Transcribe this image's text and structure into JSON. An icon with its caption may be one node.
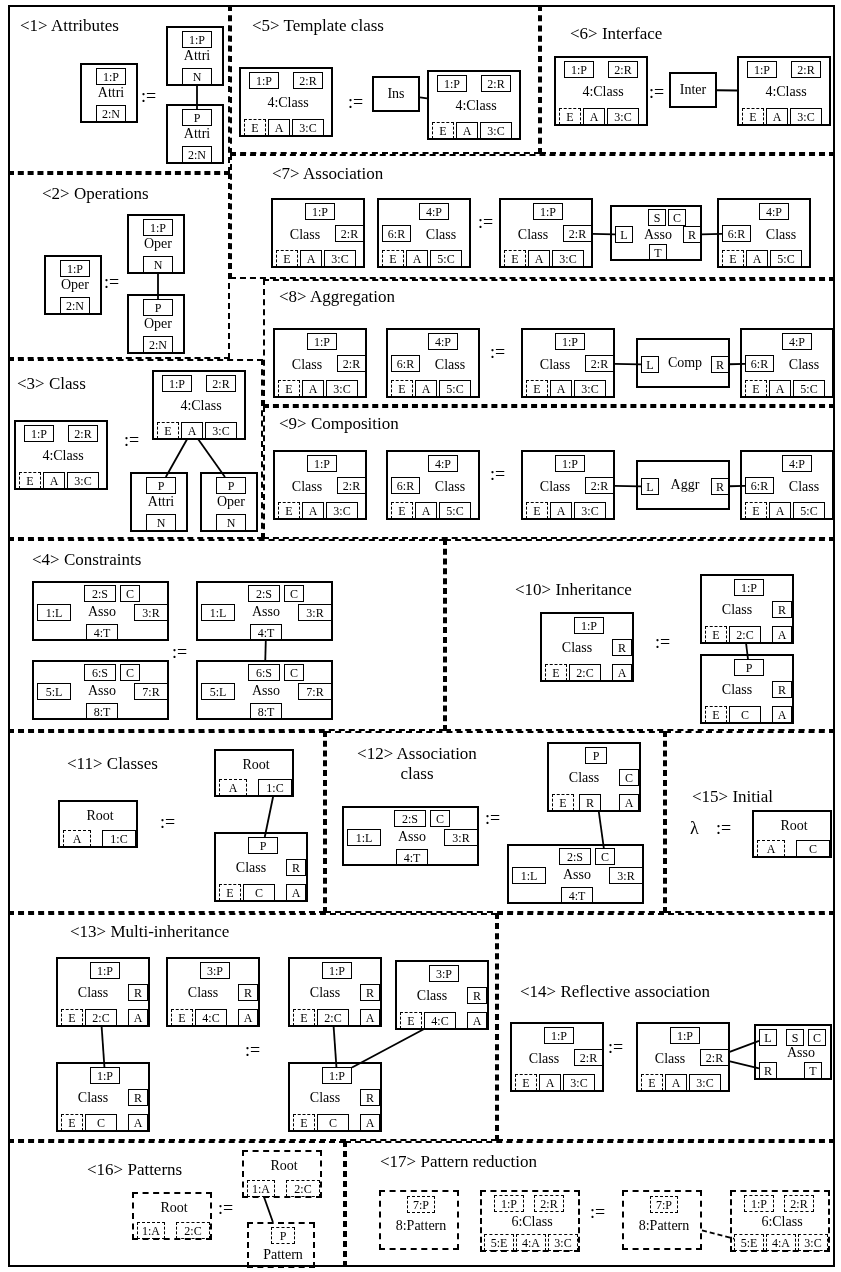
{
  "diagram": {
    "nodes": [
      {
        "text": [
          "<1> Attributes"
        ]
      },
      {
        "text": [
          "Attri"
        ],
        "in": 0
      },
      {
        "text": [
          "1:P"
        ],
        "in": 1
      },
      {
        "text": [
          "2:N"
        ],
        "in": 1
      },
      {
        "text": [
          "Attri"
        ],
        "in": 0
      },
      {
        "text": [
          "1:P"
        ],
        "in": 4
      },
      {
        "text": [
          "N"
        ],
        "in": 4
      },
      {
        "text": [
          "Attri"
        ],
        "in": 0
      },
      {
        "text": [
          "P"
        ],
        "in": 7
      },
      {
        "text": [
          "2:N"
        ],
        "in": 7
      },
      {
        "text": [
          "<5> Template class"
        ]
      },
      {
        "text": [
          "4:Class"
        ],
        "in": 10
      },
      {
        "text": [
          "1:P"
        ],
        "in": 11
      },
      {
        "text": [
          "2:R"
        ],
        "in": 11
      },
      {
        "text": [
          "E"
        ],
        "in": 11
      },
      {
        "text": [
          "A"
        ],
        "in": 11
      },
      {
        "text": [
          "3:C"
        ],
        "in": 11
      },
      {
        "text": [
          "Ins"
        ],
        "in": 10
      },
      {
        "text": [
          "4:Class"
        ],
        "in": 10
      },
      {
        "text": [
          "1:P"
        ],
        "in": 18
      },
      {
        "text": [
          "2:R"
        ],
        "in": 18
      },
      {
        "text": [
          "E"
        ],
        "in": 18
      },
      {
        "text": [
          "A"
        ],
        "in": 18
      },
      {
        "text": [
          "3:C"
        ],
        "in": 18
      },
      {
        "text": [
          "<6> Interface"
        ]
      },
      {
        "text": [
          "4:Class"
        ],
        "in": 24
      },
      {
        "text": [
          "1:P"
        ],
        "in": 25
      },
      {
        "text": [
          "2:R"
        ],
        "in": 25
      },
      {
        "text": [
          "E"
        ],
        "in": 25
      },
      {
        "text": [
          "A"
        ],
        "in": 25
      },
      {
        "text": [
          "3:C"
        ],
        "in": 25
      },
      {
        "text": [
          "Inter"
        ],
        "in": 24
      },
      {
        "text": [
          "4:Class"
        ],
        "in": 24
      },
      {
        "text": [
          "1:P"
        ],
        "in": 32
      },
      {
        "text": [
          "2:R"
        ],
        "in": 32
      },
      {
        "text": [
          "E"
        ],
        "in": 32
      },
      {
        "text": [
          "A"
        ],
        "in": 32
      },
      {
        "text": [
          "3:C"
        ],
        "in": 32
      },
      {
        "text": [
          "<2> Operations"
        ]
      },
      {
        "text": [
          "Oper"
        ],
        "in": 38
      },
      {
        "text": [
          "1:P"
        ],
        "in": 39
      },
      {
        "text": [
          "2:N"
        ],
        "in": 39
      },
      {
        "text": [
          "Oper"
        ],
        "in": 38
      },
      {
        "text": [
          "1:P"
        ],
        "in": 42
      },
      {
        "text": [
          "N"
        ],
        "in": 42
      },
      {
        "text": [
          "Oper"
        ],
        "in": 38
      },
      {
        "text": [
          "P"
        ],
        "in": 45
      },
      {
        "text": [
          "2:N"
        ],
        "in": 45
      },
      {
        "text": [
          "<7> Association"
        ]
      },
      {
        "text": [
          "Class"
        ],
        "in": 48
      },
      {
        "text": [
          "1:P"
        ],
        "in": 49
      },
      {
        "text": [
          "2:R"
        ],
        "in": 49
      },
      {
        "text": [
          "E"
        ],
        "in": 49
      },
      {
        "text": [
          "A"
        ],
        "in": 49
      },
      {
        "text": [
          "3:C"
        ],
        "in": 49
      },
      {
        "text": [
          "Class"
        ],
        "in": 48
      },
      {
        "text": [
          "4:P"
        ],
        "in": 55
      },
      {
        "text": [
          "6:R"
        ],
        "in": 55
      },
      {
        "text": [
          "E"
        ],
        "in": 55
      },
      {
        "text": [
          "A"
        ],
        "in": 55
      },
      {
        "text": [
          "5:C"
        ],
        "in": 55
      },
      {
        "text": [
          "Class"
        ],
        "in": 48
      },
      {
        "text": [
          "1:P"
        ],
        "in": 61
      },
      {
        "text": [
          "2:R"
        ],
        "in": 61
      },
      {
        "text": [
          "E"
        ],
        "in": 61
      },
      {
        "text": [
          "A"
        ],
        "in": 61
      },
      {
        "text": [
          "3:C"
        ],
        "in": 61
      },
      {
        "text": [
          "Asso"
        ],
        "in": 48
      },
      {
        "text": [
          "S"
        ],
        "in": 67
      },
      {
        "text": [
          "C"
        ],
        "in": 67
      },
      {
        "text": [
          "L"
        ],
        "in": 67
      },
      {
        "text": [
          "R"
        ],
        "in": 67
      },
      {
        "text": [
          "T"
        ],
        "in": 67
      },
      {
        "text": [
          "Class"
        ],
        "in": 48
      },
      {
        "text": [
          "4:P"
        ],
        "in": 73
      },
      {
        "text": [
          "6:R"
        ],
        "in": 73
      },
      {
        "text": [
          "E"
        ],
        "in": 73
      },
      {
        "text": [
          "A"
        ],
        "in": 73
      },
      {
        "text": [
          "5:C"
        ],
        "in": 73
      },
      {
        "text": [
          "<8> Aggregation"
        ]
      },
      {
        "text": [
          "Class"
        ],
        "in": 79
      },
      {
        "text": [
          "1:P"
        ],
        "in": 80
      },
      {
        "text": [
          "2:R"
        ],
        "in": 80
      },
      {
        "text": [
          "E"
        ],
        "in": 80
      },
      {
        "text": [
          "A"
        ],
        "in": 80
      },
      {
        "text": [
          "3:C"
        ],
        "in": 80
      },
      {
        "text": [
          "Class"
        ],
        "in": 79
      },
      {
        "text": [
          "4:P"
        ],
        "in": 86
      },
      {
        "text": [
          "6:R"
        ],
        "in": 86
      },
      {
        "text": [
          "E"
        ],
        "in": 86
      },
      {
        "text": [
          "A"
        ],
        "in": 86
      },
      {
        "text": [
          "5:C"
        ],
        "in": 86
      },
      {
        "text": [
          "Class"
        ],
        "in": 79
      },
      {
        "text": [
          "1:P"
        ],
        "in": 92
      },
      {
        "text": [
          "2:R"
        ],
        "in": 92
      },
      {
        "text": [
          "E"
        ],
        "in": 92
      },
      {
        "text": [
          "A"
        ],
        "in": 92
      },
      {
        "text": [
          "3:C"
        ],
        "in": 92
      },
      {
        "text": [
          "Comp"
        ],
        "in": 79
      },
      {
        "text": [
          "L"
        ],
        "in": 98
      },
      {
        "text": [
          "R"
        ],
        "in": 98
      },
      {
        "text": [
          "Class"
        ],
        "in": 79
      },
      {
        "text": [
          "4:P"
        ],
        "in": 101
      },
      {
        "text": [
          "6:R"
        ],
        "in": 101
      },
      {
        "text": [
          "E"
        ],
        "in": 101
      },
      {
        "text": [
          "A"
        ],
        "in": 101
      },
      {
        "text": [
          "5:C"
        ],
        "in": 101
      },
      {
        "text": [
          "<3> Class"
        ]
      },
      {
        "text": [
          "4:Class"
        ],
        "in": 107
      },
      {
        "text": [
          "1:P"
        ],
        "in": 108
      },
      {
        "text": [
          "2:R"
        ],
        "in": 108
      },
      {
        "text": [
          "E"
        ],
        "in": 108
      },
      {
        "text": [
          "A"
        ],
        "in": 108
      },
      {
        "text": [
          "3:C"
        ],
        "in": 108
      },
      {
        "text": [
          "4:Class"
        ],
        "in": 107
      },
      {
        "text": [
          "1:P"
        ],
        "in": 114
      },
      {
        "text": [
          "2:R"
        ],
        "in": 114
      },
      {
        "text": [
          "E"
        ],
        "in": 114
      },
      {
        "text": [
          "A"
        ],
        "in": 114
      },
      {
        "text": [
          "3:C"
        ],
        "in": 114
      },
      {
        "text": [
          "Attri"
        ],
        "in": 107
      },
      {
        "text": [
          "P"
        ],
        "in": 120
      },
      {
        "text": [
          "N"
        ],
        "in": 120
      },
      {
        "text": [
          "Oper"
        ],
        "in": 107
      },
      {
        "text": [
          "P"
        ],
        "in": 123
      },
      {
        "text": [
          "N"
        ],
        "in": 123
      },
      {
        "text": [
          "<9> Composition"
        ]
      },
      {
        "text": [
          "Class"
        ],
        "in": 126
      },
      {
        "text": [
          "1:P"
        ],
        "in": 127
      },
      {
        "text": [
          "2:R"
        ],
        "in": 127
      },
      {
        "text": [
          "E"
        ],
        "in": 127
      },
      {
        "text": [
          "A"
        ],
        "in": 127
      },
      {
        "text": [
          "3:C"
        ],
        "in": 127
      },
      {
        "text": [
          "Class"
        ],
        "in": 126
      },
      {
        "text": [
          "4:P"
        ],
        "in": 133
      },
      {
        "text": [
          "6:R"
        ],
        "in": 133
      },
      {
        "text": [
          "E"
        ],
        "in": 133
      },
      {
        "text": [
          "A"
        ],
        "in": 133
      },
      {
        "text": [
          "5:C"
        ],
        "in": 133
      },
      {
        "text": [
          "Class"
        ],
        "in": 126
      },
      {
        "text": [
          "1:P"
        ],
        "in": 139
      },
      {
        "text": [
          "2:R"
        ],
        "in": 139
      },
      {
        "text": [
          "E"
        ],
        "in": 139
      },
      {
        "text": [
          "A"
        ],
        "in": 139
      },
      {
        "text": [
          "3:C"
        ],
        "in": 139
      },
      {
        "text": [
          "Aggr"
        ],
        "in": 126
      },
      {
        "text": [
          "L"
        ],
        "in": 145
      },
      {
        "text": [
          "R"
        ],
        "in": 145
      },
      {
        "text": [
          "Class"
        ],
        "in": 126
      },
      {
        "text": [
          "4:P"
        ],
        "in": 148
      },
      {
        "text": [
          "6:R"
        ],
        "in": 148
      },
      {
        "text": [
          "E"
        ],
        "in": 148
      },
      {
        "text": [
          "A"
        ],
        "in": 148
      },
      {
        "text": [
          "5:C"
        ],
        "in": 148
      },
      {
        "text": [
          "<4> Constraints"
        ]
      },
      {
        "text": [
          "Asso"
        ],
        "in": 154
      },
      {
        "text": [
          "2:S"
        ],
        "in": 155
      },
      {
        "text": [
          "C"
        ],
        "in": 155
      },
      {
        "text": [
          "1:L"
        ],
        "in": 155
      },
      {
        "text": [
          "3:R"
        ],
        "in": 155
      },
      {
        "text": [
          "4:T"
        ],
        "in": 155
      },
      {
        "text": [
          "Asso"
        ],
        "in": 154
      },
      {
        "text": [
          "6:S"
        ],
        "in": 161
      },
      {
        "text": [
          "C"
        ],
        "in": 161
      },
      {
        "text": [
          "5:L"
        ],
        "in": 161
      },
      {
        "text": [
          "7:R"
        ],
        "in": 161
      },
      {
        "text": [
          "8:T"
        ],
        "in": 161
      },
      {
        "text": [
          "Asso"
        ],
        "in": 154
      },
      {
        "text": [
          "2:S"
        ],
        "in": 167
      },
      {
        "text": [
          "C"
        ],
        "in": 167
      },
      {
        "text": [
          "1:L"
        ],
        "in": 167
      },
      {
        "text": [
          "3:R"
        ],
        "in": 167
      },
      {
        "text": [
          "4:T"
        ],
        "in": 167
      },
      {
        "text": [
          "Asso"
        ],
        "in": 154
      },
      {
        "text": [
          "6:S"
        ],
        "in": 173
      },
      {
        "text": [
          "C"
        ],
        "in": 173
      },
      {
        "text": [
          "5:L"
        ],
        "in": 173
      },
      {
        "text": [
          "7:R"
        ],
        "in": 173
      },
      {
        "text": [
          "8:T"
        ],
        "in": 173
      },
      {
        "text": [
          "<10> Inheritance"
        ]
      },
      {
        "text": [
          "Class"
        ],
        "in": 179
      },
      {
        "text": [
          "1:P"
        ],
        "in": 180
      },
      {
        "text": [
          "R"
        ],
        "in": 180
      },
      {
        "text": [
          "E"
        ],
        "in": 180
      },
      {
        "text": [
          "2:C"
        ],
        "in": 180
      },
      {
        "text": [
          "A"
        ],
        "in": 180
      },
      {
        "text": [
          "Class"
        ],
        "in": 179
      },
      {
        "text": [
          "1:P"
        ],
        "in": 186
      },
      {
        "text": [
          "R"
        ],
        "in": 186
      },
      {
        "text": [
          "E"
        ],
        "in": 186
      },
      {
        "text": [
          "2:C"
        ],
        "in": 186
      },
      {
        "text": [
          "A"
        ],
        "in": 186
      },
      {
        "text": [
          "Class"
        ],
        "in": 179
      },
      {
        "text": [
          "P"
        ],
        "in": 192
      },
      {
        "text": [
          "R"
        ],
        "in": 192
      },
      {
        "text": [
          "E"
        ],
        "in": 192
      },
      {
        "text": [
          "C"
        ],
        "in": 192
      },
      {
        "text": [
          "A"
        ],
        "in": 192
      },
      {
        "text": [
          "<11> Classes"
        ]
      },
      {
        "text": [
          "Root"
        ],
        "in": 198
      },
      {
        "text": [
          "A"
        ],
        "in": 199
      },
      {
        "text": [
          "1:C"
        ],
        "in": 199
      },
      {
        "text": [
          "Root"
        ],
        "in": 198
      },
      {
        "text": [
          "A"
        ],
        "in": 202
      },
      {
        "text": [
          "1:C"
        ],
        "in": 202
      },
      {
        "text": [
          "Class"
        ],
        "in": 198
      },
      {
        "text": [
          "P"
        ],
        "in": 205
      },
      {
        "text": [
          "R"
        ],
        "in": 205
      },
      {
        "text": [
          "E"
        ],
        "in": 205
      },
      {
        "text": [
          "C"
        ],
        "in": 205
      },
      {
        "text": [
          "A"
        ],
        "in": 205
      },
      {
        "text": [
          "<12> Association class"
        ]
      },
      {
        "text": [
          "Asso"
        ],
        "in": 211
      },
      {
        "text": [
          "2:S"
        ],
        "in": 212
      },
      {
        "text": [
          "C"
        ],
        "in": 212
      },
      {
        "text": [
          "1:L"
        ],
        "in": 212
      },
      {
        "text": [
          "3:R"
        ],
        "in": 212
      },
      {
        "text": [
          "4:T"
        ],
        "in": 212
      },
      {
        "text": [
          "Class"
        ],
        "in": 211
      },
      {
        "text": [
          "P"
        ],
        "in": 218
      },
      {
        "text": [
          "C"
        ],
        "in": 218
      },
      {
        "text": [
          "E"
        ],
        "in": 218
      },
      {
        "text": [
          "R"
        ],
        "in": 218
      },
      {
        "text": [
          "A"
        ],
        "in": 218
      },
      {
        "text": [
          "Asso"
        ],
        "in": 211
      },
      {
        "text": [
          "2:S"
        ],
        "in": 224
      },
      {
        "text": [
          "C"
        ],
        "in": 224
      },
      {
        "text": [
          "1:L"
        ],
        "in": 224
      },
      {
        "text": [
          "3:R"
        ],
        "in": 224
      },
      {
        "text": [
          "4:T"
        ],
        "in": 224
      },
      {
        "text": [
          "<15> Initial"
        ]
      },
      {
        "text": [
          "Root"
        ],
        "in": 230
      },
      {
        "text": [
          "A"
        ],
        "in": 231
      },
      {
        "text": [
          "C"
        ],
        "in": 231
      },
      {
        "text": [
          "<13> Multi-inheritance"
        ]
      },
      {
        "text": [
          "Class"
        ],
        "in": 234
      },
      {
        "text": [
          "1:P"
        ],
        "in": 235
      },
      {
        "text": [
          "R"
        ],
        "in": 235
      },
      {
        "text": [
          "E"
        ],
        "in": 235
      },
      {
        "text": [
          "2:C"
        ],
        "in": 235
      },
      {
        "text": [
          "A"
        ],
        "in": 235
      },
      {
        "text": [
          "Class"
        ],
        "in": 234
      },
      {
        "text": [
          "3:P"
        ],
        "in": 241
      },
      {
        "text": [
          "R"
        ],
        "in": 241
      },
      {
        "text": [
          "E"
        ],
        "in": 241
      },
      {
        "text": [
          "4:C"
        ],
        "in": 241
      },
      {
        "text": [
          "A"
        ],
        "in": 241
      },
      {
        "text": [
          "Class"
        ],
        "in": 234
      },
      {
        "text": [
          "1:P"
        ],
        "in": 247
      },
      {
        "text": [
          "R"
        ],
        "in": 247
      },
      {
        "text": [
          "E"
        ],
        "in": 247
      },
      {
        "text": [
          "C"
        ],
        "in": 247
      },
      {
        "text": [
          "A"
        ],
        "in": 247
      },
      {
        "text": [
          "Class"
        ],
        "in": 234
      },
      {
        "text": [
          "1:P"
        ],
        "in": 253
      },
      {
        "text": [
          "R"
        ],
        "in": 253
      },
      {
        "text": [
          "E"
        ],
        "in": 253
      },
      {
        "text": [
          "2:C"
        ],
        "in": 253
      },
      {
        "text": [
          "A"
        ],
        "in": 253
      },
      {
        "text": [
          "Class"
        ],
        "in": 234
      },
      {
        "text": [
          "3:P"
        ],
        "in": 259
      },
      {
        "text": [
          "R"
        ],
        "in": 259
      },
      {
        "text": [
          "E"
        ],
        "in": 259
      },
      {
        "text": [
          "4:C"
        ],
        "in": 259
      },
      {
        "text": [
          "A"
        ],
        "in": 259
      },
      {
        "text": [
          "Class"
        ],
        "in": 234
      },
      {
        "text": [
          "1:P"
        ],
        "in": 265
      },
      {
        "text": [
          "R"
        ],
        "in": 265
      },
      {
        "text": [
          "E"
        ],
        "in": 265
      },
      {
        "text": [
          "C"
        ],
        "in": 265
      },
      {
        "text": [
          "A"
        ],
        "in": 265
      },
      {
        "text": [
          "<14> Reflective association"
        ]
      },
      {
        "text": [
          "Class"
        ],
        "in": 271
      },
      {
        "text": [
          "1:P"
        ],
        "in": 272
      },
      {
        "text": [
          "2:R"
        ],
        "in": 272
      },
      {
        "text": [
          "E"
        ],
        "in": 272
      },
      {
        "text": [
          "A"
        ],
        "in": 272
      },
      {
        "text": [
          "3:C"
        ],
        "in": 272
      },
      {
        "text": [
          "Class"
        ],
        "in": 271
      },
      {
        "text": [
          "1:P"
        ],
        "in": 278
      },
      {
        "text": [
          "2:R"
        ],
        "in": 278
      },
      {
        "text": [
          "E"
        ],
        "in": 278
      },
      {
        "text": [
          "A"
        ],
        "in": 278
      },
      {
        "text": [
          "3:C"
        ],
        "in": 278
      },
      {
        "text": [
          "Asso"
        ],
        "in": 271
      },
      {
        "text": [
          "L"
        ],
        "in": 284
      },
      {
        "text": [
          "S"
        ],
        "in": 284
      },
      {
        "text": [
          "C"
        ],
        "in": 284
      },
      {
        "text": [
          "R"
        ],
        "in": 284
      },
      {
        "text": [
          "T"
        ],
        "in": 284
      },
      {
        "text": [
          "<16> Patterns"
        ]
      },
      {
        "text": [
          "Root"
        ],
        "in": 290
      },
      {
        "text": [
          "1:A"
        ],
        "in": 291
      },
      {
        "text": [
          "2:C"
        ],
        "in": 291
      },
      {
        "text": [
          "Root"
        ],
        "in": 290
      },
      {
        "text": [
          "1:A"
        ],
        "in": 294
      },
      {
        "text": [
          "2:C"
        ],
        "in": 294
      },
      {
        "text": [
          "Pattern"
        ],
        "in": 290
      },
      {
        "text": [
          "P"
        ],
        "in": 297
      },
      {
        "text": [
          "<17> Pattern reduction"
        ]
      },
      {
        "text": [
          "8:Pattern"
        ],
        "in": 299
      },
      {
        "text": [
          "7:P"
        ],
        "in": 300
      },
      {
        "text": [
          "6:Class"
        ],
        "in": 299
      },
      {
        "text": [
          "1:P"
        ],
        "in": 302
      },
      {
        "text": [
          "2:R"
        ],
        "in": 302
      },
      {
        "text": [
          "5:E"
        ],
        "in": 302
      },
      {
        "text": [
          "4:A"
        ],
        "in": 302
      },
      {
        "text": [
          "3:C"
        ],
        "in": 302
      },
      {
        "text": [
          "8:Pattern"
        ],
        "in": 299
      },
      {
        "text": [
          "7:P"
        ],
        "in": 308
      },
      {
        "text": [
          "6:Class"
        ],
        "in": 299
      },
      {
        "text": [
          "1:P"
        ],
        "in": 310
      },
      {
        "text": [
          "2:R"
        ],
        "in": 310
      },
      {
        "text": [
          "5:E"
        ],
        "in": 310
      },
      {
        "text": [
          "4:A"
        ],
        "in": 310
      },
      {
        "text": [
          "3:C"
        ],
        "in": 310
      }
    ],
    "edges": [
      {
        "from": 6,
        "to": 8,
        "arrow": "none"
      },
      {
        "from": 17,
        "to": 18,
        "arrow": "none"
      },
      {
        "from": 31,
        "to": 32,
        "arrow": "none"
      },
      {
        "from": 44,
        "to": 46,
        "arrow": "none"
      },
      {
        "from": 63,
        "to": 70,
        "arrow": "none"
      },
      {
        "from": 71,
        "to": 75,
        "arrow": "none"
      },
      {
        "from": 94,
        "to": 99,
        "arrow": "none"
      },
      {
        "from": 100,
        "to": 103,
        "arrow": "none"
      },
      {
        "from": 118,
        "to": 121,
        "arrow": "none"
      },
      {
        "from": 118,
        "to": 124,
        "arrow": "none"
      },
      {
        "from": 141,
        "to": 146,
        "arrow": "none"
      },
      {
        "from": 147,
        "to": 150,
        "arrow": "none"
      },
      {
        "from": 172,
        "to": 173,
        "arrow": "none"
      },
      {
        "from": 190,
        "to": 193,
        "arrow": "none"
      },
      {
        "from": 204,
        "to": 206,
        "arrow": "none"
      },
      {
        "from": 218,
        "to": 226,
        "arrow": "none"
      },
      {
        "from": 239,
        "to": 248,
        "arrow": "none"
      },
      {
        "from": 257,
        "to": 266,
        "arrow": "none"
      },
      {
        "from": 263,
        "to": 266,
        "arrow": "none"
      },
      {
        "from": 280,
        "to": 285,
        "arrow": "none"
      },
      {
        "from": 280,
        "to": 288,
        "arrow": "none"
      },
      {
        "from": 295,
        "to": 297,
        "arrow": "none"
      },
      {
        "from": 308,
        "to": 313,
        "arrow": "none",
        "style": "dashed"
      }
    ],
    "labels": [
      ":=",
      ":=",
      ":=",
      ":=",
      ":=",
      ":=",
      ":=",
      ":=",
      ":=",
      ":=",
      ":=",
      ":=",
      "λ",
      ":=",
      ":=",
      ":=",
      ":=",
      ":="
    ]
  }
}
